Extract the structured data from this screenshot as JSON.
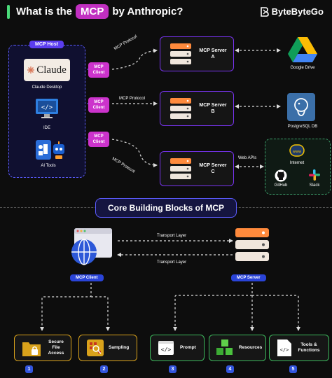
{
  "header": {
    "prefix": "What is the",
    "mcp": "MCP",
    "suffix": "by Anthropic?",
    "brand": "ByteByteGo"
  },
  "host": {
    "label": "MCP Host",
    "apps": [
      {
        "label": "Claude Desktop",
        "logo_text": "Claude"
      },
      {
        "label": "IDE"
      },
      {
        "label": "AI Tools"
      }
    ]
  },
  "clients": [
    "MCP Client",
    "MCP Client",
    "MCP Client"
  ],
  "protocol_label": "MCP Protocol",
  "servers": [
    "MCP Server A",
    "MCP Server B",
    "MCP Server C"
  ],
  "externals": {
    "google_drive": "Google Drive",
    "postgres": "PostgreSQL DB",
    "web_apis": "Web APIs",
    "internet": "Internet",
    "github": "GitHub",
    "slack": "Slack"
  },
  "core": {
    "title": "Core Building Blocks of MCP",
    "client_label": "MCP Client",
    "server_label": "MCP Server",
    "transport_top": "Transport Layer",
    "transport_bottom": "Transport Layer"
  },
  "blocks": [
    {
      "num": "1",
      "label": "Secure File Access",
      "color": "#d9a21b"
    },
    {
      "num": "2",
      "label": "Sampling",
      "color": "#d9a21b"
    },
    {
      "num": "3",
      "label": "Prompt",
      "color": "#3cb85c"
    },
    {
      "num": "4",
      "label": "Resources",
      "color": "#3cb85c"
    },
    {
      "num": "5",
      "label": "Tools & Functions",
      "color": "#3cb85c"
    }
  ],
  "colors": {
    "accent": "#c12fc1",
    "host_border": "#5c5cff",
    "server_border": "#7733ee",
    "blue": "#3355dd"
  }
}
